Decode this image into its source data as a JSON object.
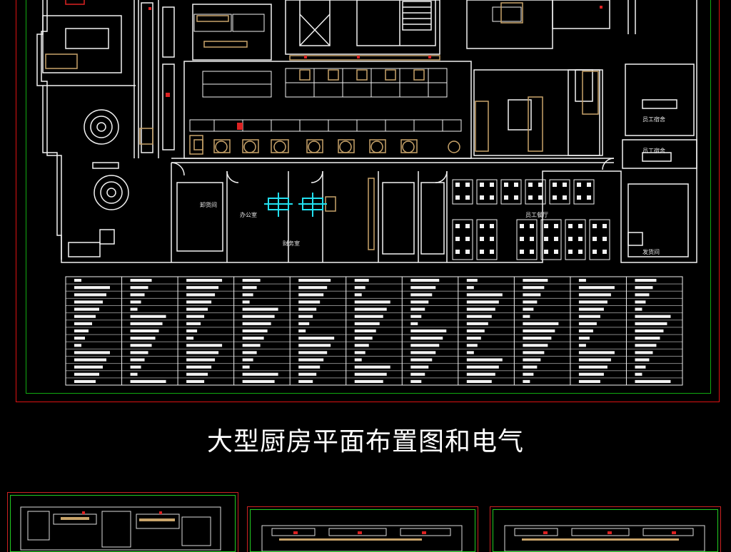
{
  "page": {
    "title": "大型厨房平面布置图和电气",
    "accent_frame_red": "#d11111",
    "accent_frame_green": "#11aa11",
    "line_color": "#f2f2f2",
    "fixture_color": "#c9a46a",
    "highlight_cyan": "#22e0f0"
  },
  "plan": {
    "room_labels": [
      "办公室",
      "财务室",
      "员工餐厅",
      "员工宿舍",
      "员工宿舍",
      "发货间",
      "卸货间"
    ]
  },
  "table": {
    "columns": 11,
    "rows": 15
  },
  "thumbnails": [
    {
      "name": "thumbnail-plan-1"
    },
    {
      "name": "thumbnail-plan-2"
    },
    {
      "name": "thumbnail-plan-3"
    }
  ]
}
